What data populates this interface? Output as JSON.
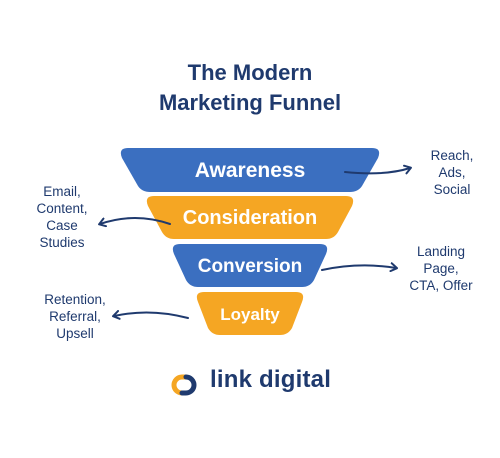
{
  "title": {
    "line1": "The Modern",
    "line2": "Marketing Funnel"
  },
  "stages": [
    {
      "label": "Awareness",
      "color": "#3b6fc0"
    },
    {
      "label": "Consideration",
      "color": "#f5a623"
    },
    {
      "label": "Conversion",
      "color": "#3b6fc0"
    },
    {
      "label": "Loyalty",
      "color": "#f5a623"
    }
  ],
  "notes": {
    "awareness": [
      "Reach,",
      "Ads,",
      "Social"
    ],
    "consideration": [
      "Email,",
      "Content,",
      "Case",
      "Studies"
    ],
    "conversion": [
      "Landing",
      "Page,",
      "CTA, Offer"
    ],
    "loyalty": [
      "Retention,",
      "Referral,",
      "Upsell"
    ]
  },
  "logo": {
    "text": "link digital",
    "icon": "link-chain-icon",
    "colors": [
      "#1f3a6e",
      "#f5a623"
    ]
  },
  "colors": {
    "navy": "#1f3a6e",
    "blue": "#3b6fc0",
    "orange": "#f5a623"
  }
}
